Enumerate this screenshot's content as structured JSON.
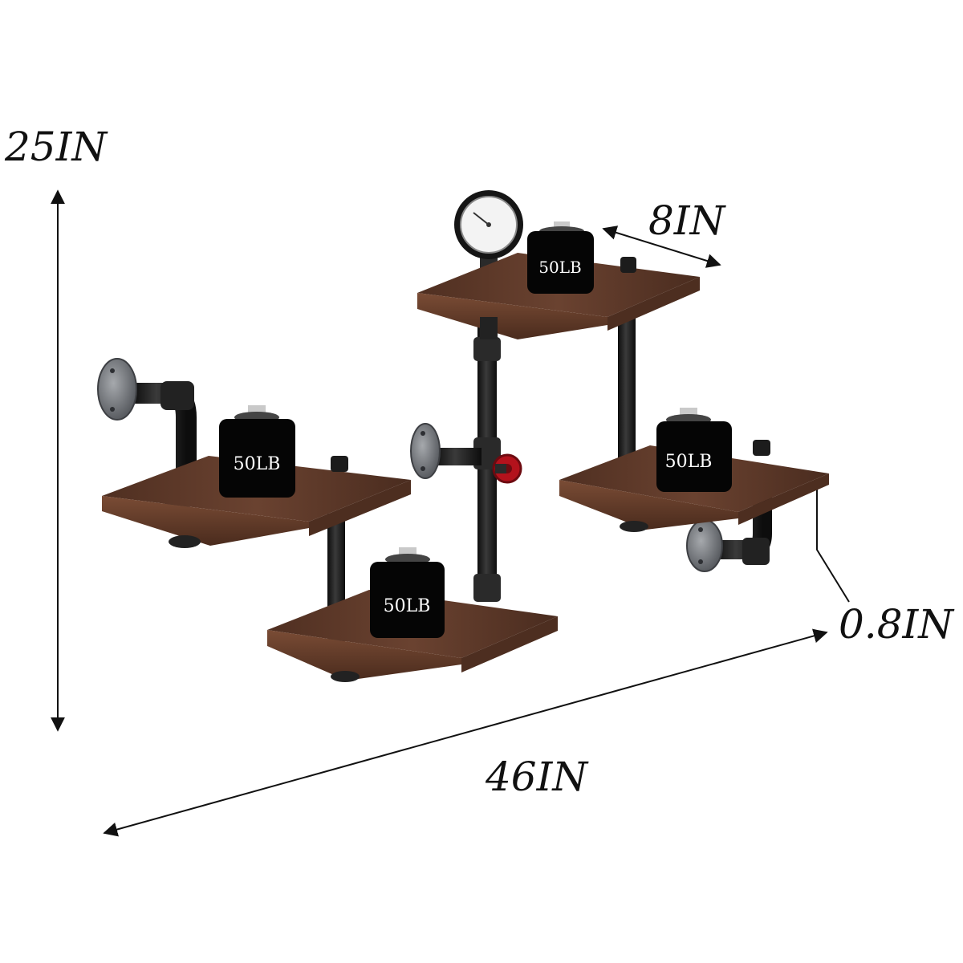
{
  "dimensions": {
    "height": "25IN",
    "width": "46IN",
    "depth": "8IN",
    "thickness": "0.8IN"
  },
  "load_labels": {
    "top_shelf": "50LB",
    "left_shelf": "50LB",
    "right_shelf": "50LB",
    "bottom_shelf": "50LB"
  },
  "colors": {
    "wood": "#5e3a28",
    "wood_edge": "#6f4630",
    "pipe": "#1f1f1f",
    "flange": "#7a7d82",
    "valve": "#b3121c",
    "weight": "#050505",
    "arrow": "#111111"
  }
}
